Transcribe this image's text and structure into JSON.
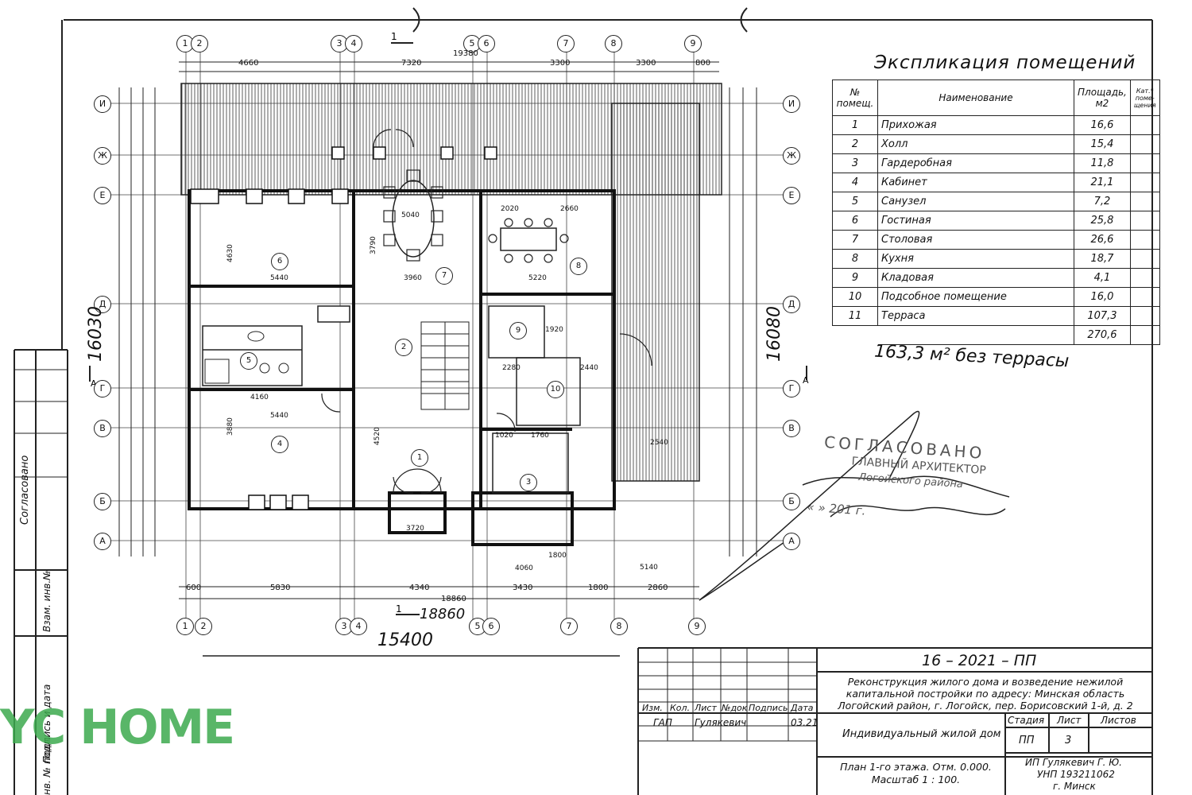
{
  "explication": {
    "title": "Экспликация помещений",
    "headers": {
      "num": "№ помещ.",
      "name": "Наименование",
      "area": "Площадь, м2",
      "cat": "Кат.* поме- щения"
    },
    "rows": [
      {
        "num": "1",
        "name": "Прихожая",
        "area": "16,6"
      },
      {
        "num": "2",
        "name": "Холл",
        "area": "15,4"
      },
      {
        "num": "3",
        "name": "Гардеробная",
        "area": "11,8"
      },
      {
        "num": "4",
        "name": "Кабинет",
        "area": "21,1"
      },
      {
        "num": "5",
        "name": "Санузел",
        "area": "7,2"
      },
      {
        "num": "6",
        "name": "Гостиная",
        "area": "25,8"
      },
      {
        "num": "7",
        "name": "Столовая",
        "area": "26,6"
      },
      {
        "num": "8",
        "name": "Кухня",
        "area": "18,7"
      },
      {
        "num": "9",
        "name": "Кладовая",
        "area": "4,1"
      },
      {
        "num": "10",
        "name": "Подсобное помещение",
        "area": "16,0"
      },
      {
        "num": "11",
        "name": "Терраса",
        "area": "107,3"
      }
    ],
    "total": "270,6",
    "note": "163,3 м² без террасы"
  },
  "stamp": {
    "line1": "СОГЛАСОВАНО",
    "line2": "ГЛАВНЫЙ АРХИТЕКТОР",
    "line3": "Логойского района",
    "line4": "«     »                      201   г."
  },
  "title_block": {
    "code": "16 – 2021 – ПП",
    "project": "Реконструкция жилого дома и возведение нежилой капитальной постройки по адресу: Минская область Логойский район, г. Логойск, пер. Борисовский 1-й, д. 2",
    "building": "Индивидуальный жилой дом",
    "sheet_title": "План 1-го этажа. Отм. 0.000. Масштаб 1 : 100.",
    "col_izm": "Изм.",
    "col_kol": "Кол.",
    "col_list": "Лист",
    "col_ndok": "№док",
    "col_podpis": "Подпись",
    "col_data": "Дата",
    "role": "ГАП",
    "author": "Гулякевич",
    "date": "03.21",
    "stage_label": "Стадия",
    "sheet_label": "Лист",
    "sheets_label": "Листов",
    "stage": "ПП",
    "sheet": "3",
    "company1": "ИП Гулякевич Г. Ю.",
    "company2": "УНП 193211062",
    "company3": "г. Минск"
  },
  "side_labels": {
    "agreed": "Согласовано",
    "inv": "Взам. инв.№",
    "sign": "Подпись и дата",
    "inv2": "нв. № подл."
  },
  "logo": "YC HOME",
  "plan": {
    "axes_top": [
      "1",
      "2",
      "3",
      "4",
      "5",
      "6",
      "7",
      "8",
      "9"
    ],
    "axes_side": [
      "И",
      "Ж",
      "Е",
      "Д",
      "Г",
      "В",
      "Б",
      "А"
    ],
    "dims_top": [
      "4660",
      "7320",
      "3300",
      "3300",
      "800",
      "19380"
    ],
    "dims_bottom": [
      "600",
      "5830",
      "4340",
      "3430",
      "1800",
      "2860",
      "18860"
    ],
    "handwritten": [
      "16030",
      "16080",
      "15400",
      "18860"
    ],
    "rooms": [
      "1",
      "2",
      "3",
      "4",
      "5",
      "6",
      "7",
      "8",
      "9",
      "10"
    ],
    "room_dims": [
      "5440",
      "3960",
      "5220",
      "5040",
      "4160",
      "5440",
      "3720",
      "2020",
      "2660",
      "2280",
      "2440",
      "1760",
      "1920",
      "1020",
      "4060",
      "1800",
      "5140",
      "2540",
      "3790",
      "4630",
      "3880",
      "4520"
    ]
  }
}
